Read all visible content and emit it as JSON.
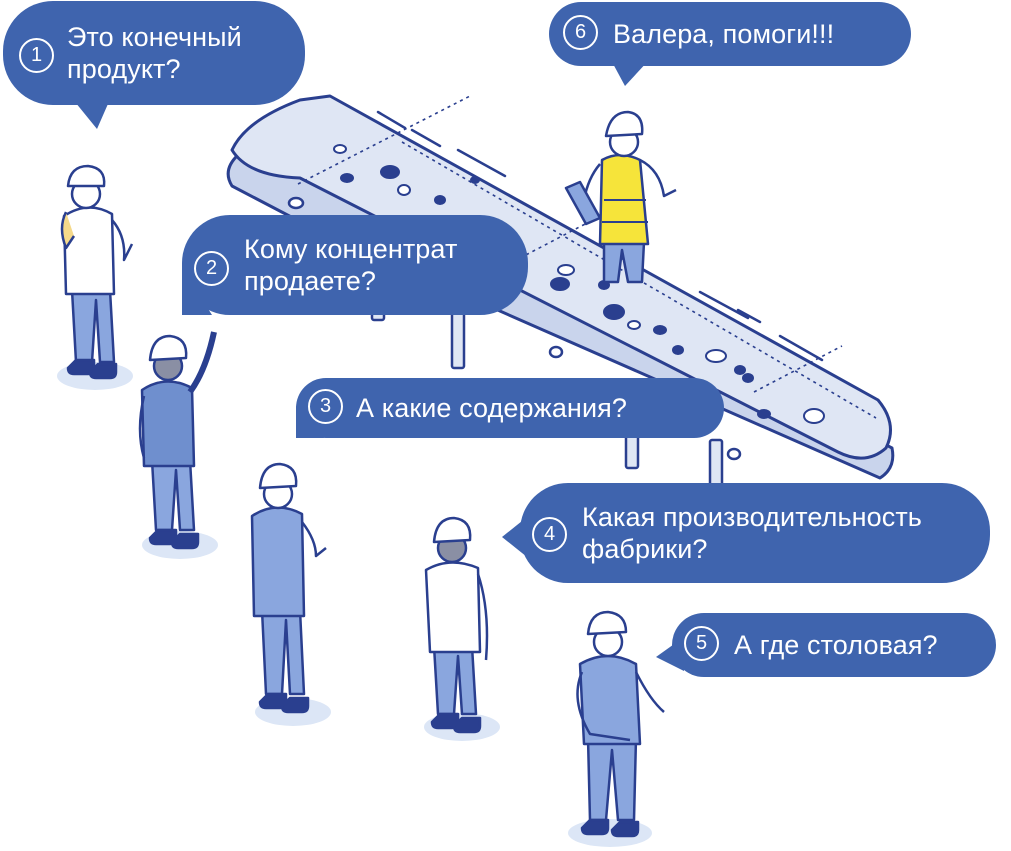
{
  "colors": {
    "bubble": "#3f64ae",
    "outline": "#2a3f8f",
    "belt_top": "#dfe6f4",
    "belt_side": "#c9d4ec",
    "shirt_blue": "#6f8fce",
    "pants_blue": "#8aa6de",
    "vest_yellow": "#f6e43a",
    "ground": "#dce6f6"
  },
  "bubbles": [
    {
      "number": "1",
      "lines": [
        "Это конечный",
        "продукт?"
      ]
    },
    {
      "number": "2",
      "lines": [
        "Кому концентрат",
        "продаете?"
      ]
    },
    {
      "number": "3",
      "lines": [
        "А какие содержания?"
      ]
    },
    {
      "number": "4",
      "lines": [
        "Какая производительность",
        "фабрики?"
      ]
    },
    {
      "number": "5",
      "lines": [
        "А где столовая?"
      ]
    },
    {
      "number": "6",
      "lines": [
        "Валера, помоги!!!"
      ]
    }
  ],
  "illustration": {
    "subject": "conveyor-belt-with-ore",
    "people": [
      "visitor-woman",
      "visitor-man-pointing",
      "visitor-man-blue",
      "visitor-man-white-shirt",
      "visitor-man-front",
      "worker-in-vest"
    ]
  }
}
